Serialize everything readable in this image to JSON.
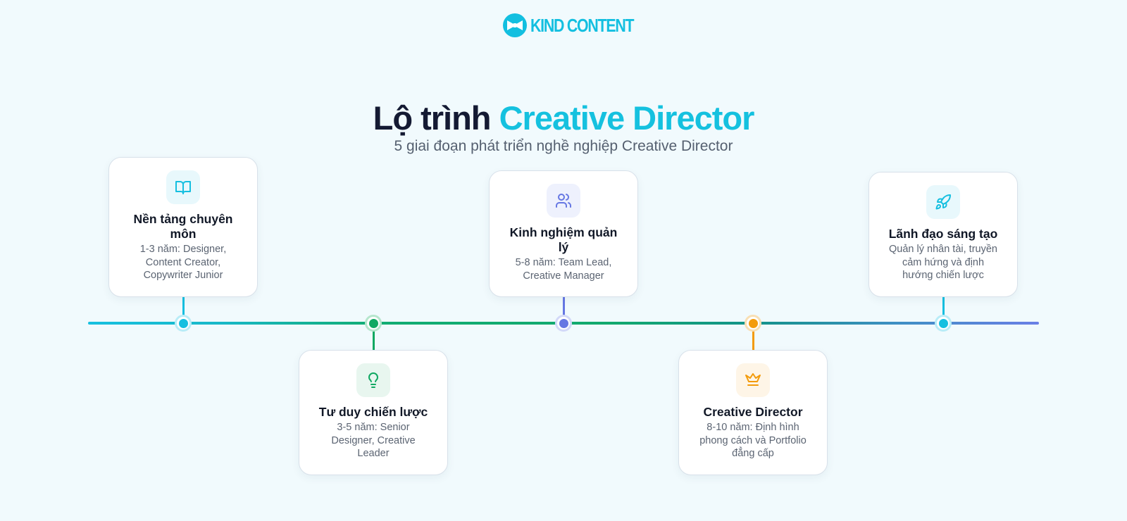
{
  "brand": {
    "name": "KIND CONTENT",
    "icon": "bowtie-logo-icon",
    "color": "#13bfe0"
  },
  "header": {
    "title_part1": "Lộ trình",
    "title_part2": "Creative Director",
    "subtitle": "5 giai đoạn phát triển nghề nghiệp Creative Director"
  },
  "timeline": {
    "gradient": [
      "#17c0e0",
      "#12ad73",
      "#14938a",
      "#6a7fe6"
    ],
    "stages": [
      {
        "title": "Nền tảng chuyên môn",
        "description": "1-3 năm: Designer, Content Creator, Copywriter Junior",
        "icon": "book-open-icon",
        "color": "#15bfe0",
        "icon_bg": "#e8f8fc",
        "position": "top"
      },
      {
        "title": "Tư duy chiến lược",
        "description": "3-5 năm: Senior Designer, Creative Leader",
        "icon": "lightbulb-icon",
        "color": "#10a862",
        "icon_bg": "#e8f6ef",
        "position": "bottom"
      },
      {
        "title": "Kinh nghiệm quản lý",
        "description": "5-8 năm: Team Lead, Creative Manager",
        "icon": "users-icon",
        "color": "#6677e3",
        "icon_bg": "#eef1fd",
        "position": "top"
      },
      {
        "title": "Creative Director",
        "description": "8-10 năm: Định hình phong cách và Portfolio đẳng cấp",
        "icon": "crown-icon",
        "color": "#f39b0b",
        "icon_bg": "#fef5e7",
        "position": "bottom"
      },
      {
        "title": "Lãnh đạo sáng tạo",
        "description": "Quản lý nhân tài, truyền cảm hứng và định hướng chiến lược",
        "icon": "rocket-icon",
        "color": "#15bfe0",
        "icon_bg": "#e8f8fc",
        "position": "top"
      }
    ]
  }
}
